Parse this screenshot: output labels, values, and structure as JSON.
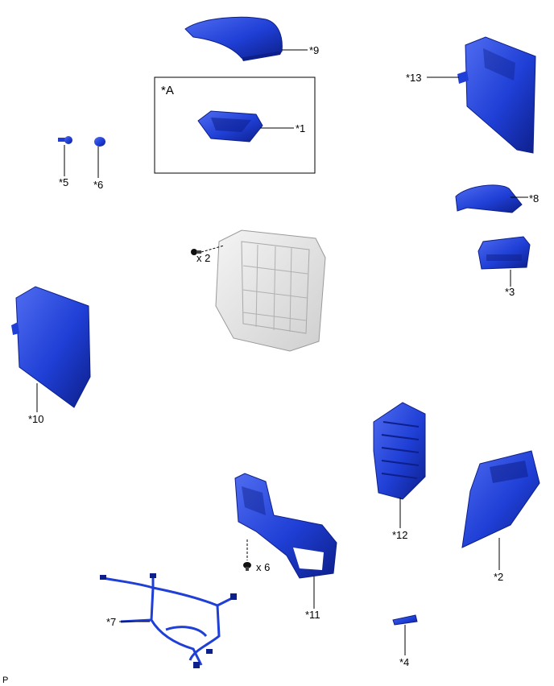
{
  "callouts": {
    "c1": "*1",
    "c2": "*2",
    "c3": "*3",
    "c4": "*4",
    "c5": "*5",
    "c6": "*6",
    "c7": "*7",
    "c8": "*8",
    "c9": "*9",
    "c10": "*10",
    "c11": "*11",
    "c12": "*12",
    "c13": "*13"
  },
  "box_label": "*A",
  "quantities": {
    "bolt_top": "x 2",
    "bolt_bottom": "x 6"
  },
  "corner_mark": "P",
  "colors": {
    "part_blue": "#1f3fd6",
    "part_blue_dark": "#0d1f8a",
    "part_blue_light": "#4f6cf0",
    "housing_gray": "#e2e2e2",
    "housing_stroke": "#9a9a9a",
    "line": "#000000"
  }
}
